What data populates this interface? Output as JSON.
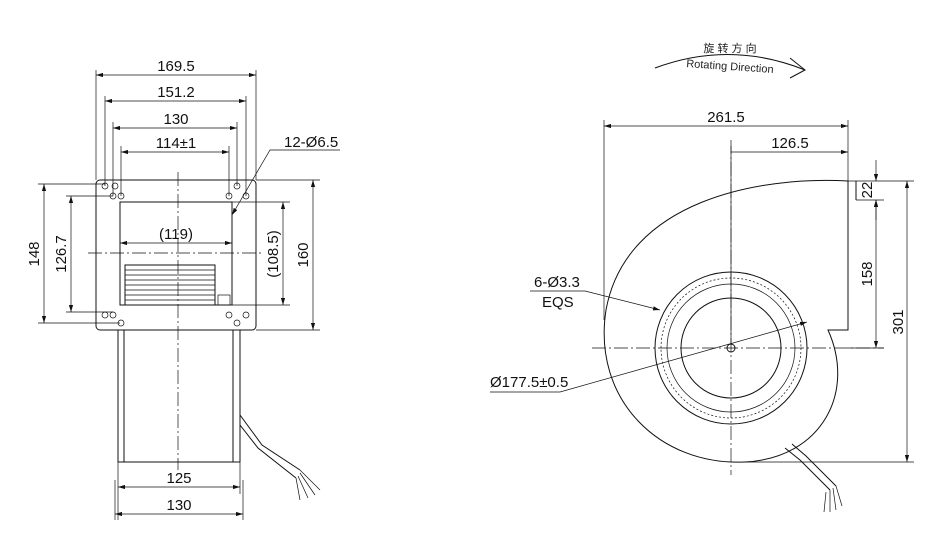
{
  "title_cn": "旋 转 方 向",
  "title_en": "Rotating Direction",
  "side_view": {
    "dims": {
      "d169_5": "169.5",
      "d151_2": "151.2",
      "d130_top": "130",
      "d114": "114±1",
      "holes": "12-Ø6.5",
      "d119": "(119)",
      "d148": "148",
      "d126_7": "126.7",
      "d108_5": "(108.5)",
      "d160": "160",
      "d125": "125",
      "d130_bottom": "130"
    }
  },
  "front_view": {
    "dims": {
      "d261_5": "261.5",
      "d126_5": "126.5",
      "d22": "22",
      "d158": "158",
      "d301": "301",
      "holes": "6-Ø3.3",
      "eqs": "EQS",
      "diameter": "Ø177.5±0.5"
    }
  }
}
